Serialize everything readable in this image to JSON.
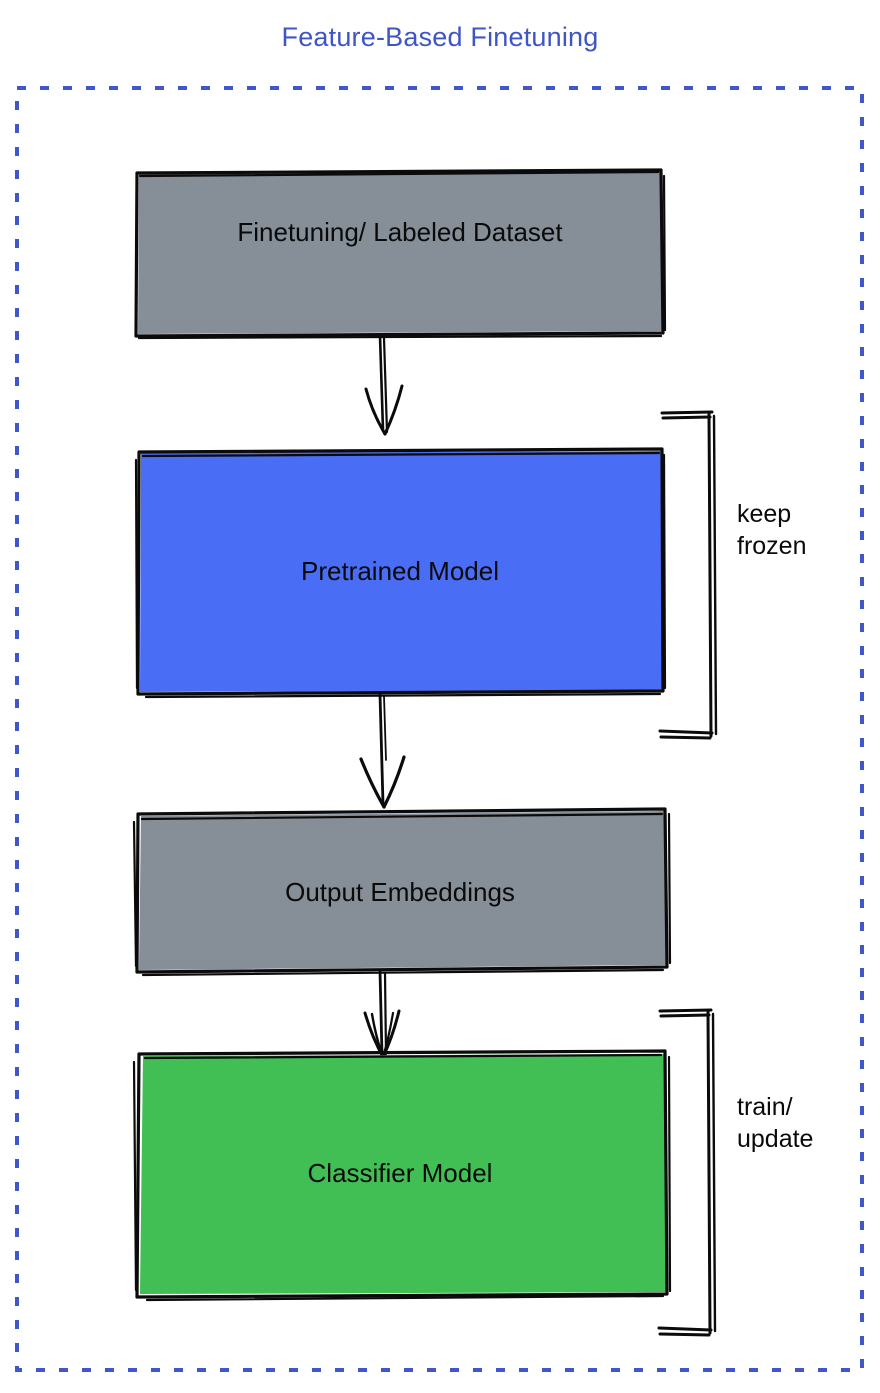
{
  "title": "Feature-Based Finetuning",
  "colors": {
    "title": "#3f55c6",
    "dashed_border": "#4156c8",
    "gray_box": "#868e98",
    "blue_box": "#4a6df5",
    "green_box": "#41bf55",
    "stroke": "#0b0b0b",
    "background": "#ffffff",
    "text": "#0a0a0a"
  },
  "container": {
    "name": "dashed-outer-frame",
    "style": "dashed",
    "color": "#4156c8"
  },
  "nodes": [
    {
      "id": "dataset",
      "label": "Finetuning/ Labeled Dataset",
      "fill": "#868e98",
      "shape": "rectangle"
    },
    {
      "id": "pretrained",
      "label": "Pretrained Model",
      "fill": "#4a6df5",
      "shape": "rectangle"
    },
    {
      "id": "embeddings",
      "label": "Output Embeddings",
      "fill": "#868e98",
      "shape": "rectangle"
    },
    {
      "id": "classifier",
      "label": "Classifier Model",
      "fill": "#41bf55",
      "shape": "rectangle"
    }
  ],
  "edges": [
    {
      "from": "dataset",
      "to": "pretrained",
      "arrow": "down-arrow"
    },
    {
      "from": "pretrained",
      "to": "embeddings",
      "arrow": "down-arrow"
    },
    {
      "from": "embeddings",
      "to": "classifier",
      "arrow": "down-arrow"
    }
  ],
  "annotations": [
    {
      "id": "keep-frozen",
      "label": "keep\nfrozen",
      "line1": "keep",
      "line2": "frozen",
      "target": "pretrained",
      "marker": "right-brace"
    },
    {
      "id": "train-update",
      "label": "train/\nupdate",
      "line1": "train/",
      "line2": "update",
      "target": "classifier",
      "marker": "right-brace"
    }
  ]
}
